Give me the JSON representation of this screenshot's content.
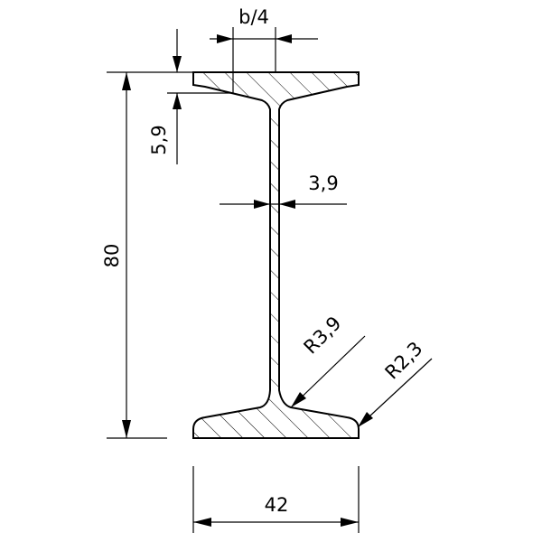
{
  "drawing": {
    "dimensions": {
      "height": "80",
      "flange_width": "42",
      "flange_thickness": "5,9",
      "web_thickness": "3,9",
      "slope_ref": "b/4",
      "root_radius": "R3,9",
      "toe_radius": "R2,3"
    }
  }
}
